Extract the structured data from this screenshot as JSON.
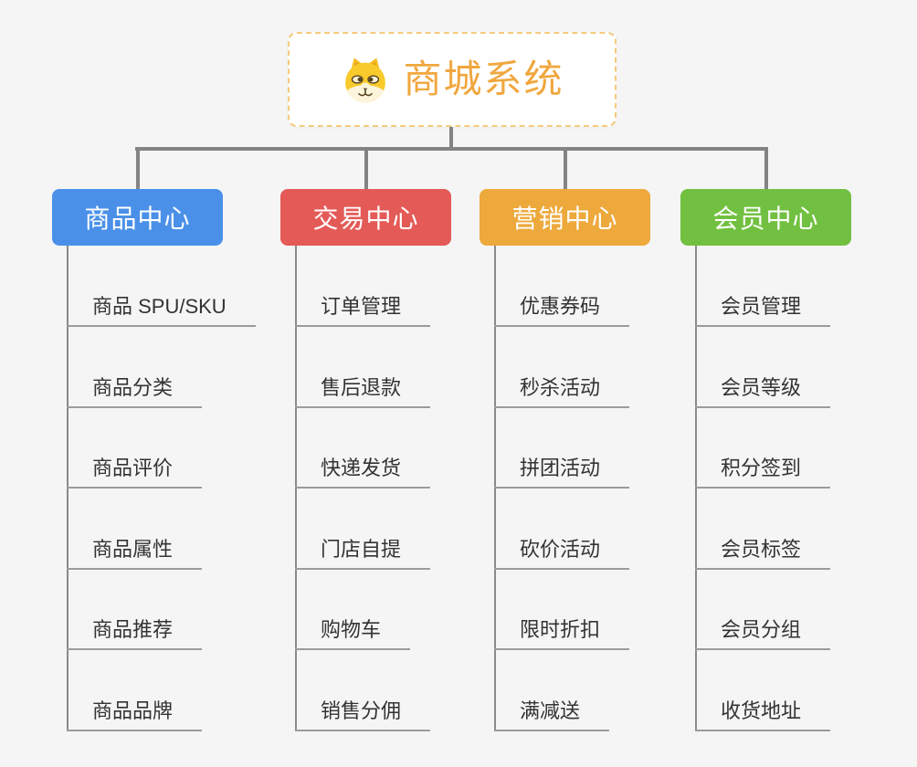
{
  "root": {
    "title": "商城系统",
    "icon": "shiba-dog-icon"
  },
  "branches": [
    {
      "label": "商品中心",
      "color": "#4A90E8",
      "items": [
        "商品 SPU/SKU",
        "商品分类",
        "商品评价",
        "商品属性",
        "商品推荐",
        "商品品牌"
      ]
    },
    {
      "label": "交易中心",
      "color": "#E45A57",
      "items": [
        "订单管理",
        "售后退款",
        "快递发货",
        "门店自提",
        "购物车",
        "销售分佣"
      ]
    },
    {
      "label": "营销中心",
      "color": "#EDA93C",
      "items": [
        "优惠券码",
        "秒杀活动",
        "拼团活动",
        "砍价活动",
        "限时折扣",
        "满减送"
      ]
    },
    {
      "label": "会员中心",
      "color": "#72C041",
      "items": [
        "会员管理",
        "会员等级",
        "积分签到",
        "会员标签",
        "会员分组",
        "收货地址"
      ]
    }
  ],
  "colors": {
    "background": "#F5F5F6",
    "root_text": "#F0A73E",
    "root_border": "#F4CB7E",
    "connector": "#838383",
    "trunk_line": "#8A8A8A",
    "leaf_line": "#9B9B9B",
    "leaf_text": "#333333",
    "node_text": "#FFFFFF"
  }
}
